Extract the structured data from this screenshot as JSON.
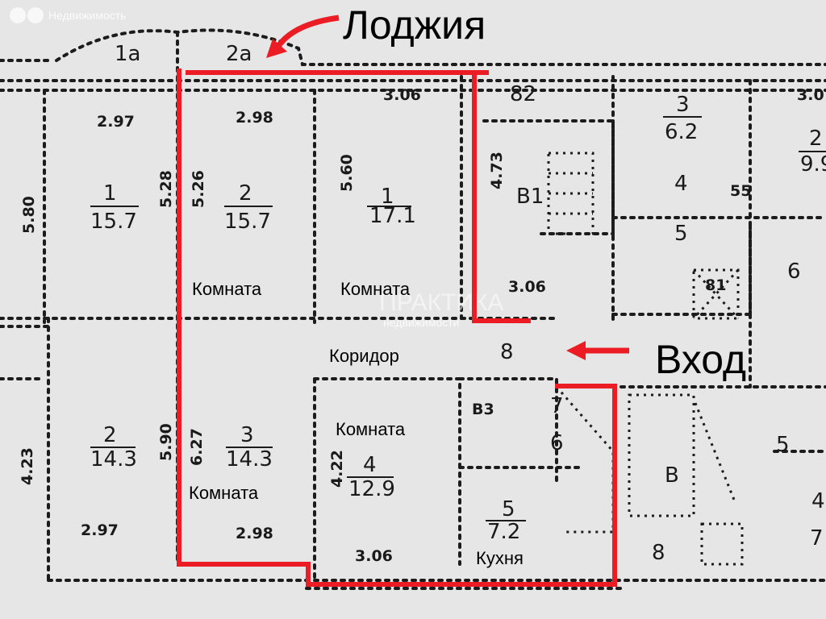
{
  "watermark": {
    "brand": "Недвижимость",
    "center": "ПРАКТИКА",
    "center_sub": "недвижимости"
  },
  "annotations": {
    "loggia": "Лоджия",
    "entrance": "Вход",
    "accent_color": "#ec1c24"
  },
  "rooms": {
    "r1a": "1а",
    "r2a": "2а",
    "r82": "82",
    "left_top": {
      "num": "1",
      "area": "15.7",
      "w": "2.97",
      "h": "5.80",
      "h2": "5.28"
    },
    "room2": {
      "num": "2",
      "area": "15.7",
      "w": "2.98",
      "h": "5.26",
      "label": "Комната"
    },
    "room1": {
      "num": "1",
      "area": "17.1",
      "w": "3.06",
      "h": "5.60",
      "label": "Комната"
    },
    "side": {
      "h": "4.73",
      "b1": "B1",
      "w": "3.06"
    },
    "right": {
      "n3": "3",
      "a3": "6.2",
      "n2": "2",
      "a2": "9.9",
      "n4": "4",
      "n5": "5",
      "n55": "55",
      "n6": "6",
      "n81": "81",
      "w": "3.0"
    },
    "corridor": {
      "label": "Коридор",
      "num": "8"
    },
    "room4": {
      "num": "4",
      "area": "12.9",
      "w": "3.06",
      "h": "4.22",
      "label": "Комната"
    },
    "bath": {
      "label": "В3",
      "n7": "7",
      "n6": "6"
    },
    "kitchen": {
      "num": "5",
      "area": "7.2",
      "label": "Кухня"
    },
    "room3": {
      "num": "3",
      "area": "14.3",
      "w": "2.98",
      "h": "6.27",
      "label": "Комната"
    },
    "left_bottom": {
      "num": "2",
      "area": "14.3",
      "w": "2.97",
      "h": "5.90",
      "h2": "4.23"
    },
    "right_bottom": {
      "b": "B",
      "n8": "8",
      "n5": "5",
      "n4": "4",
      "a4": "7"
    }
  }
}
